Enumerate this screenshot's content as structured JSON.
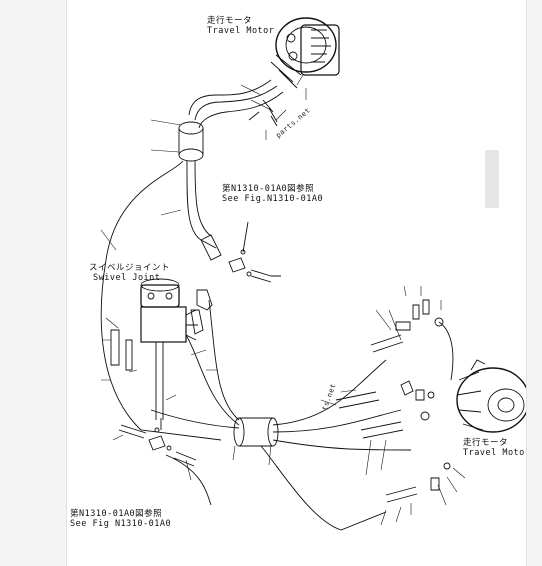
{
  "labels": {
    "travel_motor_top_jp": "走行モータ",
    "travel_motor_top_en": "Travel Motor",
    "see_fig_top_jp": "第N1310-01A0図参照",
    "see_fig_top_en": "See Fig.N1310-01A0",
    "swivel_joint_jp": "スイベルジョイント",
    "swivel_joint_en": "Swivel Joint",
    "travel_motor_right_jp": "走行モータ",
    "travel_motor_right_en": "Travel Motor",
    "see_fig_bottom_jp": "第N1310-01A0図参照",
    "see_fig_bottom_en": "See Fig N1310-01A0",
    "parts_net_top": "parts.net",
    "parts_net_mid": "ts.net"
  },
  "colors": {
    "line": "#111111",
    "paper": "#ffffff",
    "page": "#f4f4f4"
  }
}
